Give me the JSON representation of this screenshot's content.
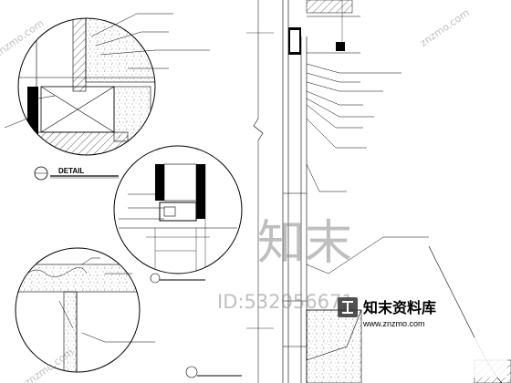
{
  "drawing": {
    "detail_title": "DETAIL",
    "watermark": {
      "brand_cn": "知末",
      "id_text": "ID:532056671",
      "site_cn": "知末资料库",
      "url": "www.znzmo.com",
      "diag_text": "znzmo.com"
    }
  }
}
